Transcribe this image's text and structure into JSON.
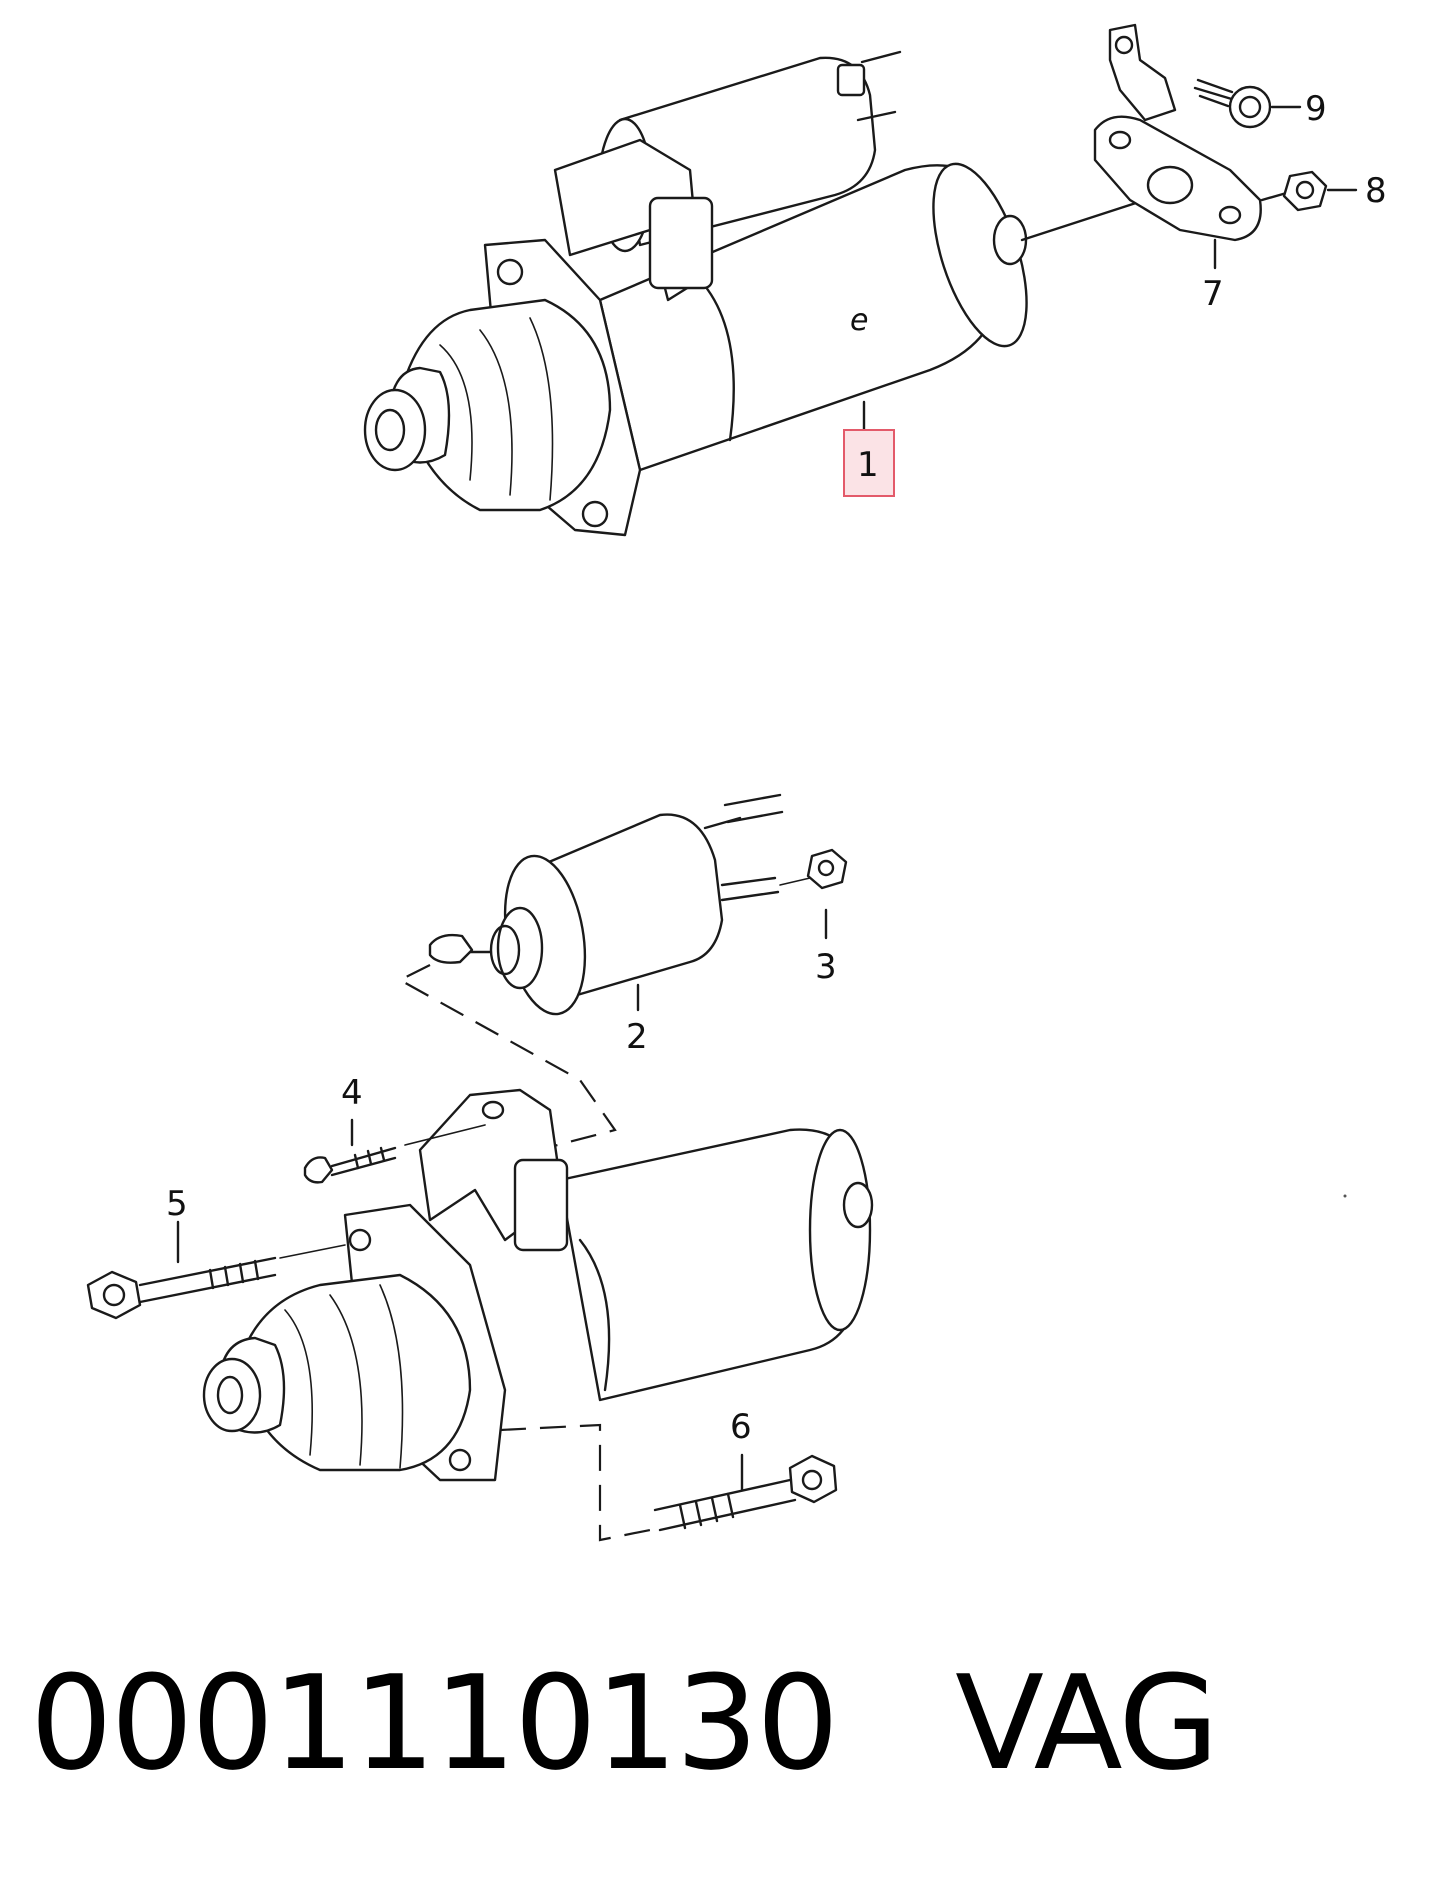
{
  "callouts": {
    "c1": "1",
    "c2": "2",
    "c3": "3",
    "c4": "4",
    "c5": "5",
    "c6": "6",
    "c7": "7",
    "c8": "8",
    "c9": "9",
    "housing_mark": "e"
  },
  "highlight_color": "#e35a6a",
  "caption": {
    "part_number": "0001110130",
    "brand": "VAG"
  }
}
